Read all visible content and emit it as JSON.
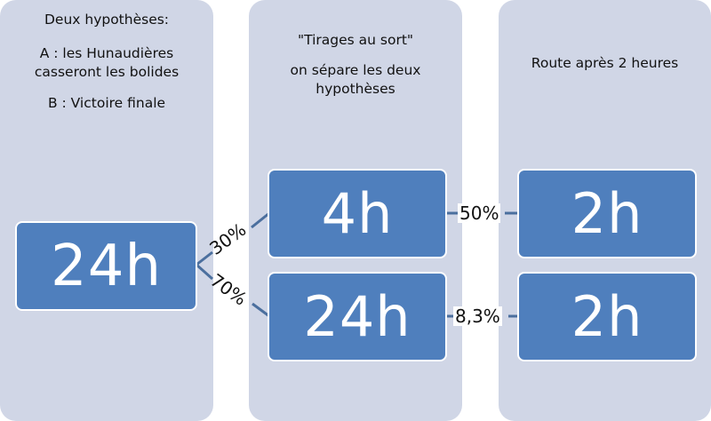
{
  "columns": [
    {
      "lines": [
        "Deux hypothèses:",
        "A : les Hunaudières",
        "casseront les bolides",
        "B : Victoire finale"
      ]
    },
    {
      "lines": [
        "\"Tirages au sort\"",
        "on sépare les deux",
        "hypothèses"
      ]
    },
    {
      "lines": [
        "Route après 2 heures"
      ]
    }
  ],
  "nodes": {
    "start": "24h",
    "a_second": "4h",
    "b_second": "24h",
    "a_third": "2h",
    "b_third": "2h"
  },
  "edges": {
    "start_to_a": "30%",
    "start_to_b": "70%",
    "a_to_third": "50%",
    "b_to_third": "8,3%"
  },
  "colors": {
    "column_bg": "#d0d6e6",
    "node_fill": "#4f7fbd",
    "connector": "#4b6f9e"
  }
}
